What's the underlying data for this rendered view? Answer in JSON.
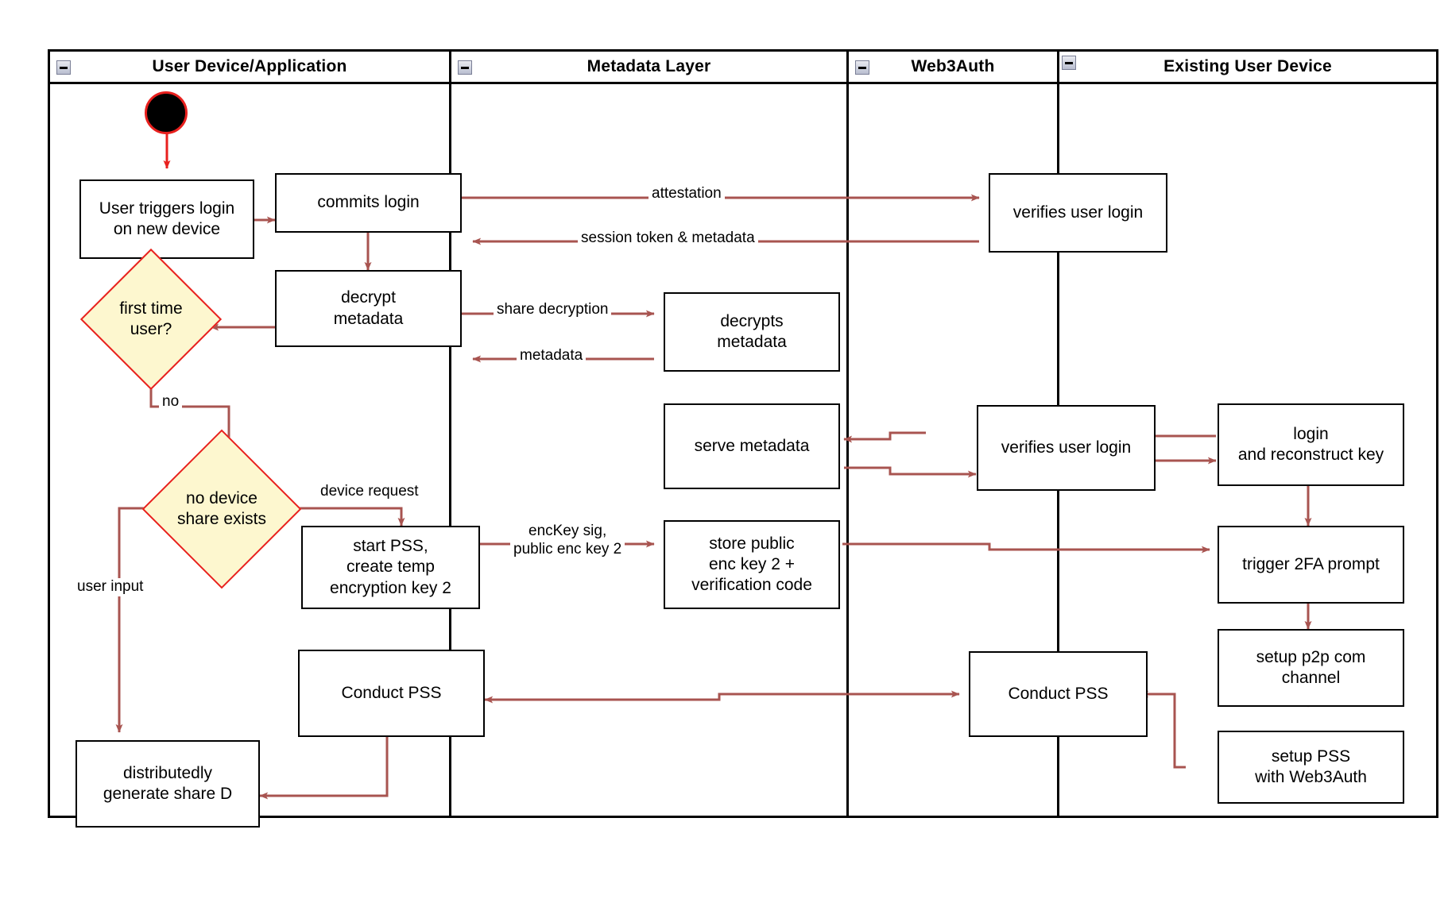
{
  "diagram": {
    "title": "Web3Auth new-device login swimlane",
    "accent_arrow_color": "#a85450",
    "decision_fill": "#fdf7cf",
    "decision_border": "#e8201e",
    "node_border": "#000000",
    "lanes": [
      {
        "id": "lane-user-device",
        "label": "User Device/Application",
        "collapse_icon": "minus-box-icon"
      },
      {
        "id": "lane-metadata",
        "label": "Metadata Layer",
        "collapse_icon": "minus-box-icon"
      },
      {
        "id": "lane-web3auth",
        "label": "Web3Auth",
        "collapse_icon": "minus-box-icon"
      },
      {
        "id": "lane-existing-device",
        "label": "Existing User Device",
        "collapse_icon": "minus-box-icon"
      }
    ],
    "start_node": {
      "name": "start-node",
      "label": ""
    },
    "nodes": [
      {
        "id": "n-user-triggers",
        "lane": "lane-user-device",
        "label": "User triggers login\non new device"
      },
      {
        "id": "n-commits-login",
        "lane": "lane-user-device",
        "label": "commits login"
      },
      {
        "id": "n-decrypt-metadata",
        "lane": "lane-user-device",
        "label": "decrypt\nmetadata"
      },
      {
        "id": "n-start-pss",
        "lane": "lane-user-device",
        "label": "start PSS,\ncreate temp\nencryption key 2"
      },
      {
        "id": "n-conduct-pss-user",
        "lane": "lane-user-device",
        "label": "Conduct PSS"
      },
      {
        "id": "n-generate-share-d",
        "lane": "lane-user-device",
        "label": "distributedly\ngenerate share D"
      },
      {
        "id": "n-decrypts-metadata",
        "lane": "lane-metadata",
        "label": "decrypts\nmetadata"
      },
      {
        "id": "n-serve-metadata",
        "lane": "lane-metadata",
        "label": "serve metadata"
      },
      {
        "id": "n-store-public-key",
        "lane": "lane-metadata",
        "label": "store public\nenc key 2 +\nverification code"
      },
      {
        "id": "n-verifies-login-1",
        "lane": "lane-web3auth",
        "label": "verifies user login"
      },
      {
        "id": "n-verifies-login-2",
        "lane": "lane-web3auth",
        "label": "verifies user login"
      },
      {
        "id": "n-conduct-pss-w3a",
        "lane": "lane-web3auth",
        "label": "Conduct PSS"
      },
      {
        "id": "n-login-reconstruct",
        "lane": "lane-existing-device",
        "label": "login\nand reconstruct key"
      },
      {
        "id": "n-trigger-2fa",
        "lane": "lane-existing-device",
        "label": "trigger 2FA prompt"
      },
      {
        "id": "n-setup-p2p",
        "lane": "lane-existing-device",
        "label": "setup p2p com\nchannel"
      },
      {
        "id": "n-setup-pss-w3a",
        "lane": "lane-existing-device",
        "label": "setup PSS\nwith Web3Auth"
      }
    ],
    "decisions": [
      {
        "id": "d-first-time",
        "lane": "lane-user-device",
        "label": "first time\nuser?"
      },
      {
        "id": "d-no-device",
        "lane": "lane-user-device",
        "label": "no device\nshare exists"
      }
    ],
    "edge_labels": [
      {
        "id": "el-attestation",
        "text": "attestation"
      },
      {
        "id": "el-session-token",
        "text": "session token & metadata"
      },
      {
        "id": "el-share-decryption",
        "text": "share decryption"
      },
      {
        "id": "el-metadata",
        "text": "metadata"
      },
      {
        "id": "el-no",
        "text": "no"
      },
      {
        "id": "el-device-request",
        "text": "device request"
      },
      {
        "id": "el-user-input",
        "text": "user input"
      },
      {
        "id": "el-enckey-sig",
        "text": "encKey sig,\npublic enc key 2"
      }
    ]
  }
}
